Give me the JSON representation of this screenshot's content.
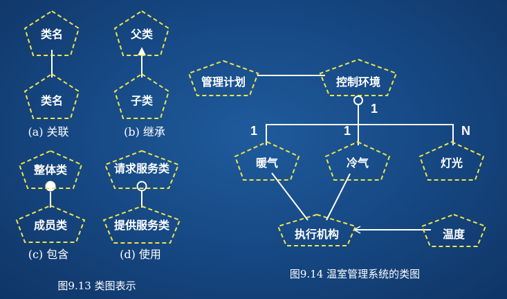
{
  "colors": {
    "background": "#174a86",
    "node_border": "#f0e64a",
    "line": "#ffffff",
    "text": "#ffffff"
  },
  "left_figure": {
    "association": {
      "top": "类名",
      "bottom": "类名",
      "caption": "(a) 关联"
    },
    "inheritance": {
      "top": "父类",
      "bottom": "子类",
      "caption": "(b) 继承"
    },
    "containment": {
      "top": "整体类",
      "bottom": "成员类",
      "caption": "(c) 包含"
    },
    "usage": {
      "top": "请求服务类",
      "bottom": "提供服务类",
      "caption": "(d) 使用"
    },
    "figure_caption": "图9.13   类图表示"
  },
  "right_figure": {
    "nodes": {
      "plan": "管理计划",
      "env": "控制环境",
      "heater": "暖气",
      "cooler": "冷气",
      "light": "灯光",
      "actuator": "执行机构",
      "temperature": "温度"
    },
    "multiplicity": {
      "env_side": "1",
      "heater": "1",
      "cooler": "1",
      "light": "N"
    },
    "figure_caption": "图9.14 温室管理系统的类图"
  }
}
